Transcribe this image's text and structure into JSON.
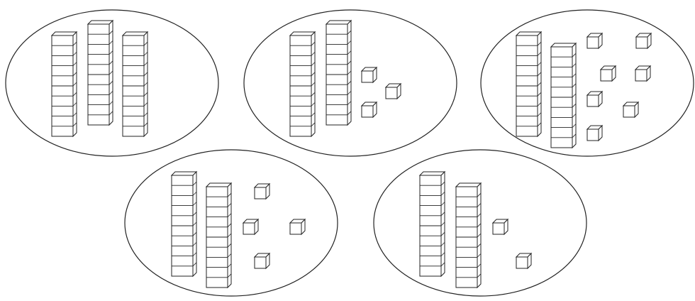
{
  "figure": {
    "groups": [
      {
        "tens": 3,
        "ones": 0
      },
      {
        "tens": 2,
        "ones": 3
      },
      {
        "tens": 2,
        "ones": 7
      },
      {
        "tens": 2,
        "ones": 4
      },
      {
        "tens": 2,
        "ones": 2
      }
    ]
  }
}
